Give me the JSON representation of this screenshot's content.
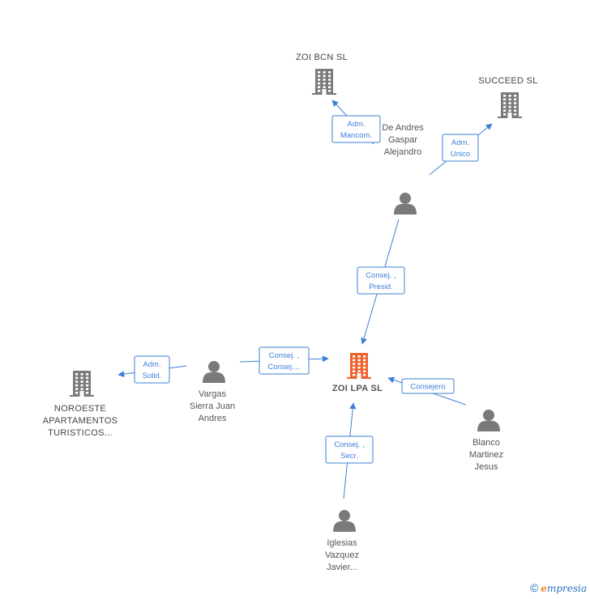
{
  "nodes": {
    "zoi_lpa": {
      "label_lines": [
        "ZOI LPA  SL"
      ],
      "type": "company",
      "main": true
    },
    "zoi_bcn": {
      "label_lines": [
        "ZOI BCN  SL"
      ],
      "type": "company"
    },
    "succeed": {
      "label_lines": [
        "SUCCEED SL"
      ],
      "type": "company"
    },
    "noroeste": {
      "label_lines": [
        "NOROESTE",
        "APARTAMENTOS",
        "TURISTICOS..."
      ],
      "type": "company"
    },
    "de_andres": {
      "label_lines": [
        "De Andres",
        "Gaspar",
        "Alejandro"
      ],
      "type": "person"
    },
    "vargas": {
      "label_lines": [
        "Vargas",
        "Sierra Juan",
        "Andres"
      ],
      "type": "person"
    },
    "blanco": {
      "label_lines": [
        "Blanco",
        "Martinez",
        "Jesus"
      ],
      "type": "person"
    },
    "iglesias": {
      "label_lines": [
        "Iglesias",
        "Vazquez",
        "Javier..."
      ],
      "type": "person"
    }
  },
  "edges": [
    {
      "from": "de_andres",
      "to": "zoi_bcn",
      "label_lines": [
        "Adm.",
        "Mancom."
      ]
    },
    {
      "from": "de_andres",
      "to": "succeed",
      "label_lines": [
        "Adm.",
        "Unico"
      ]
    },
    {
      "from": "de_andres",
      "to": "zoi_lpa",
      "label_lines": [
        "Consej. ,",
        "Presid."
      ]
    },
    {
      "from": "vargas",
      "to": "noroeste",
      "label_lines": [
        "Adm.",
        "Solid."
      ]
    },
    {
      "from": "vargas",
      "to": "zoi_lpa",
      "label_lines": [
        "Consej. ,",
        "Consej...."
      ]
    },
    {
      "from": "blanco",
      "to": "zoi_lpa",
      "label_lines": [
        "Consejero"
      ]
    },
    {
      "from": "iglesias",
      "to": "zoi_lpa",
      "label_lines": [
        "Consej. ,",
        "Secr."
      ]
    }
  ],
  "colors": {
    "edge": "#3d7fd6",
    "company_icon": "#7a7a7a",
    "main_company_icon": "#f0622a",
    "person_icon": "#7a7a7a"
  },
  "footer": {
    "copyright": "©",
    "brand_first": "e",
    "brand_rest": "mpresia"
  }
}
